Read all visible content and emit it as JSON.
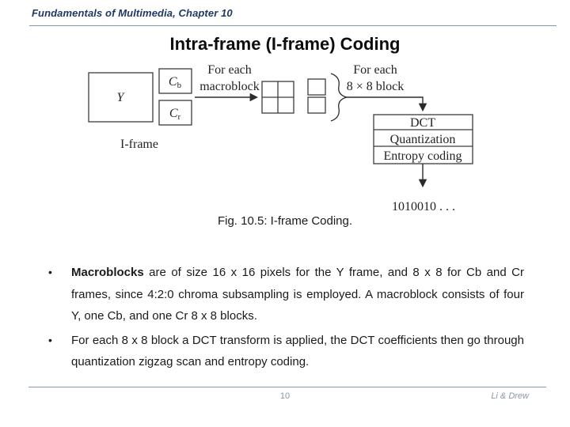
{
  "header": {
    "breadcrumb": "Fundamentals of Multimedia, Chapter 10"
  },
  "title": "Intra-frame (I-frame) Coding",
  "figure": {
    "caption": "Fig. 10.5: I-frame Coding.",
    "labels": {
      "y_frame": "Y",
      "cb_main": "C",
      "cb_sub": "b",
      "cr_main": "C",
      "cr_sub": "r",
      "iframe": "I-frame",
      "foreach_mb_line1": "For each",
      "foreach_mb_line2": "macroblock",
      "foreach_blk_line1": "For each",
      "foreach_blk_line2": "8 × 8 block",
      "dct": "DCT",
      "quantization": "Quantization",
      "entropy_coding": "Entropy coding",
      "bitstream": "1010010 . . ."
    }
  },
  "bullets": [
    {
      "marker": "•",
      "lead": "Macroblocks",
      "rest": " are of size 16 x 16 pixels for the Y frame, and 8 x 8 for Cb and Cr frames, since 4:2:0 chroma subsampling is employed. A macroblock consists of four Y, one Cb, and one Cr 8 x 8 blocks."
    },
    {
      "marker": "•",
      "lead": "",
      "rest": "For each 8 x 8 block a DCT transform is applied, the DCT coefficients then go through quantization zigzag scan and entropy coding."
    }
  ],
  "footer": {
    "page_number": "10",
    "authors": "Li & Drew"
  },
  "colors": {
    "header_text": "#1f3864",
    "rule_line": "#8496b0",
    "diagram_ink": "#3c3c3c",
    "footer_text": "#8b95a1"
  }
}
